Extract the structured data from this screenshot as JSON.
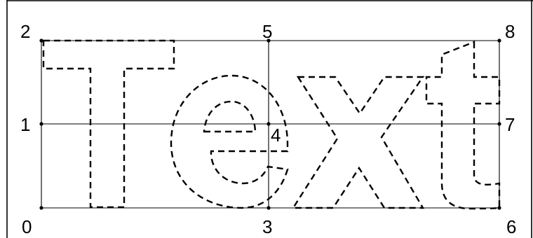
{
  "diagram": {
    "type": "text-anchor-diagram",
    "word": "Text",
    "rendering": "dashed-outline",
    "anchors": [
      {
        "label": "0",
        "position": "bottom-left"
      },
      {
        "label": "1",
        "position": "middle-left"
      },
      {
        "label": "2",
        "position": "top-left"
      },
      {
        "label": "3",
        "position": "bottom-center"
      },
      {
        "label": "4",
        "position": "middle-center"
      },
      {
        "label": "5",
        "position": "top-center"
      },
      {
        "label": "6",
        "position": "bottom-right"
      },
      {
        "label": "7",
        "position": "middle-right"
      },
      {
        "label": "8",
        "position": "top-right"
      }
    ],
    "colors": {
      "background": "#ffffff",
      "ink": "#000000"
    }
  }
}
